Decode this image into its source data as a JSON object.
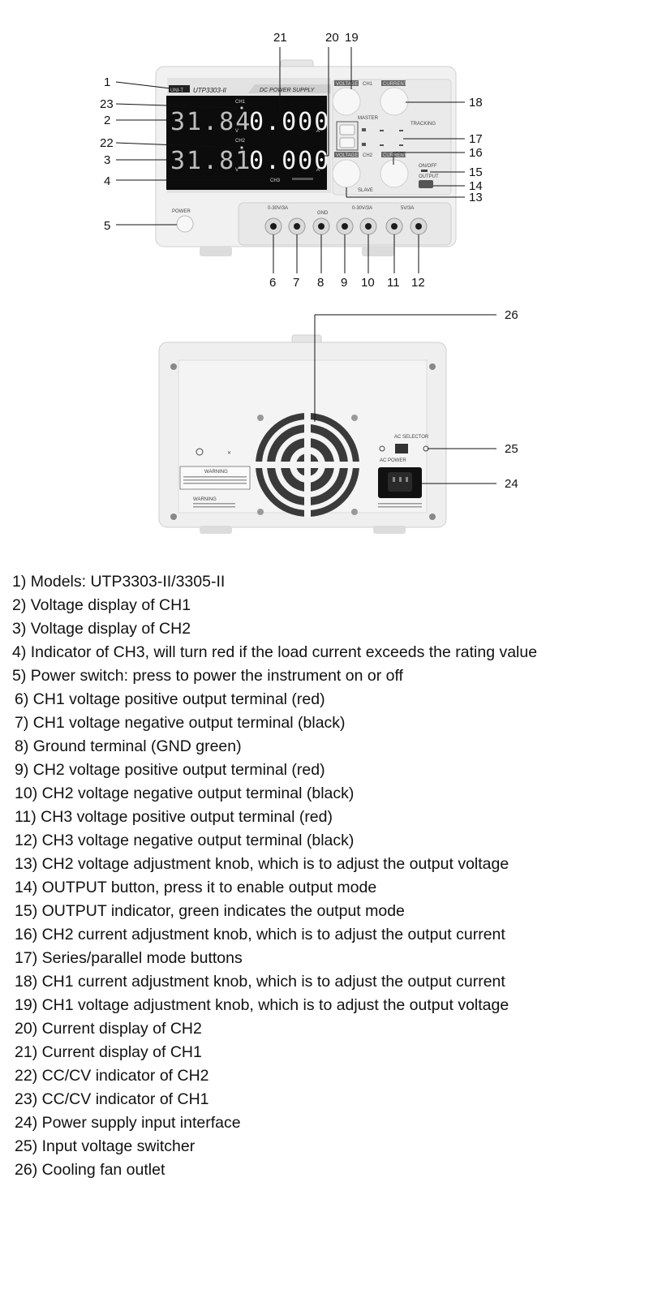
{
  "front_panel": {
    "brand": "UNI-T",
    "model": "UTP3303-II",
    "title": "DC POWER SUPPLY",
    "ch1_label": "CH1",
    "ch2_label": "CH2",
    "ch3_label": "CH3",
    "ch1_voltage": "31.84",
    "ch1_current": "0.000",
    "ch2_voltage": "31.81",
    "ch2_current": "0.000",
    "volt_unit": "V",
    "amp_unit": "A",
    "master": "MASTER",
    "slave": "SLAVE",
    "tracking": "TRACKING",
    "voltage_knob": "VOLTAGE",
    "current_knob": "CURRENT",
    "output": "OUTPUT",
    "on_off": "ON/OFF",
    "power": "POWER",
    "gnd": "GND",
    "ch1_range": "0-30V/3A",
    "ch2_range": "0-30V/3A",
    "ch3_range": "5V/3A"
  },
  "rear_panel": {
    "ac_selector": "AC SELECTOR",
    "warning": "WARNING",
    "ac_power": "AC POWER"
  },
  "callouts": [
    "1",
    "2",
    "3",
    "4",
    "5",
    "6",
    "7",
    "8",
    "9",
    "10",
    "11",
    "12",
    "13",
    "14",
    "15",
    "16",
    "17",
    "18",
    "19",
    "20",
    "21",
    "22",
    "23",
    "24",
    "25",
    "26"
  ],
  "legend": [
    "1) Models: UTP3303-II/3305-II",
    "2) Voltage display of CH1",
    "3) Voltage display of CH2",
    "4) Indicator of CH3, will turn red if the load current exceeds the rating value",
    "5) Power switch: press to power the instrument on or off",
    "6)   CH1 voltage positive output terminal (red)",
    "7)   CH1 voltage negative output terminal (black)",
    "8)   Ground terminal (GND green)",
    "9)   CH2 voltage positive output terminal (red)",
    "10) CH2 voltage negative output terminal (black)",
    "11) CH3 voltage positive output terminal (red)",
    "12) CH3 voltage negative output terminal (black)",
    "13) CH2 voltage adjustment knob, which is to adjust the output voltage",
    "14) OUTPUT button, press it to enable output mode",
    "15) OUTPUT indicator, green indicates the output mode",
    "16) CH2 current adjustment knob, which is to adjust the output current",
    "17) Series/parallel mode buttons",
    "18) CH1 current adjustment knob, which is to adjust the output current",
    "19) CH1 voltage adjustment knob, which is to adjust the output voltage",
    "20) Current display of CH2",
    "21) Current display of CH1",
    "22) CC/CV indicator of CH2",
    "23) CC/CV indicator of CH1",
    "24) Power supply input interface",
    "25) Input voltage switcher",
    "26) Cooling fan outlet"
  ],
  "colors": {
    "display_bg": "#0c0c0c",
    "panel": "#ececec",
    "terminal_ring": "#d9d9d9",
    "terminal_hole": "#1a1a1a"
  }
}
